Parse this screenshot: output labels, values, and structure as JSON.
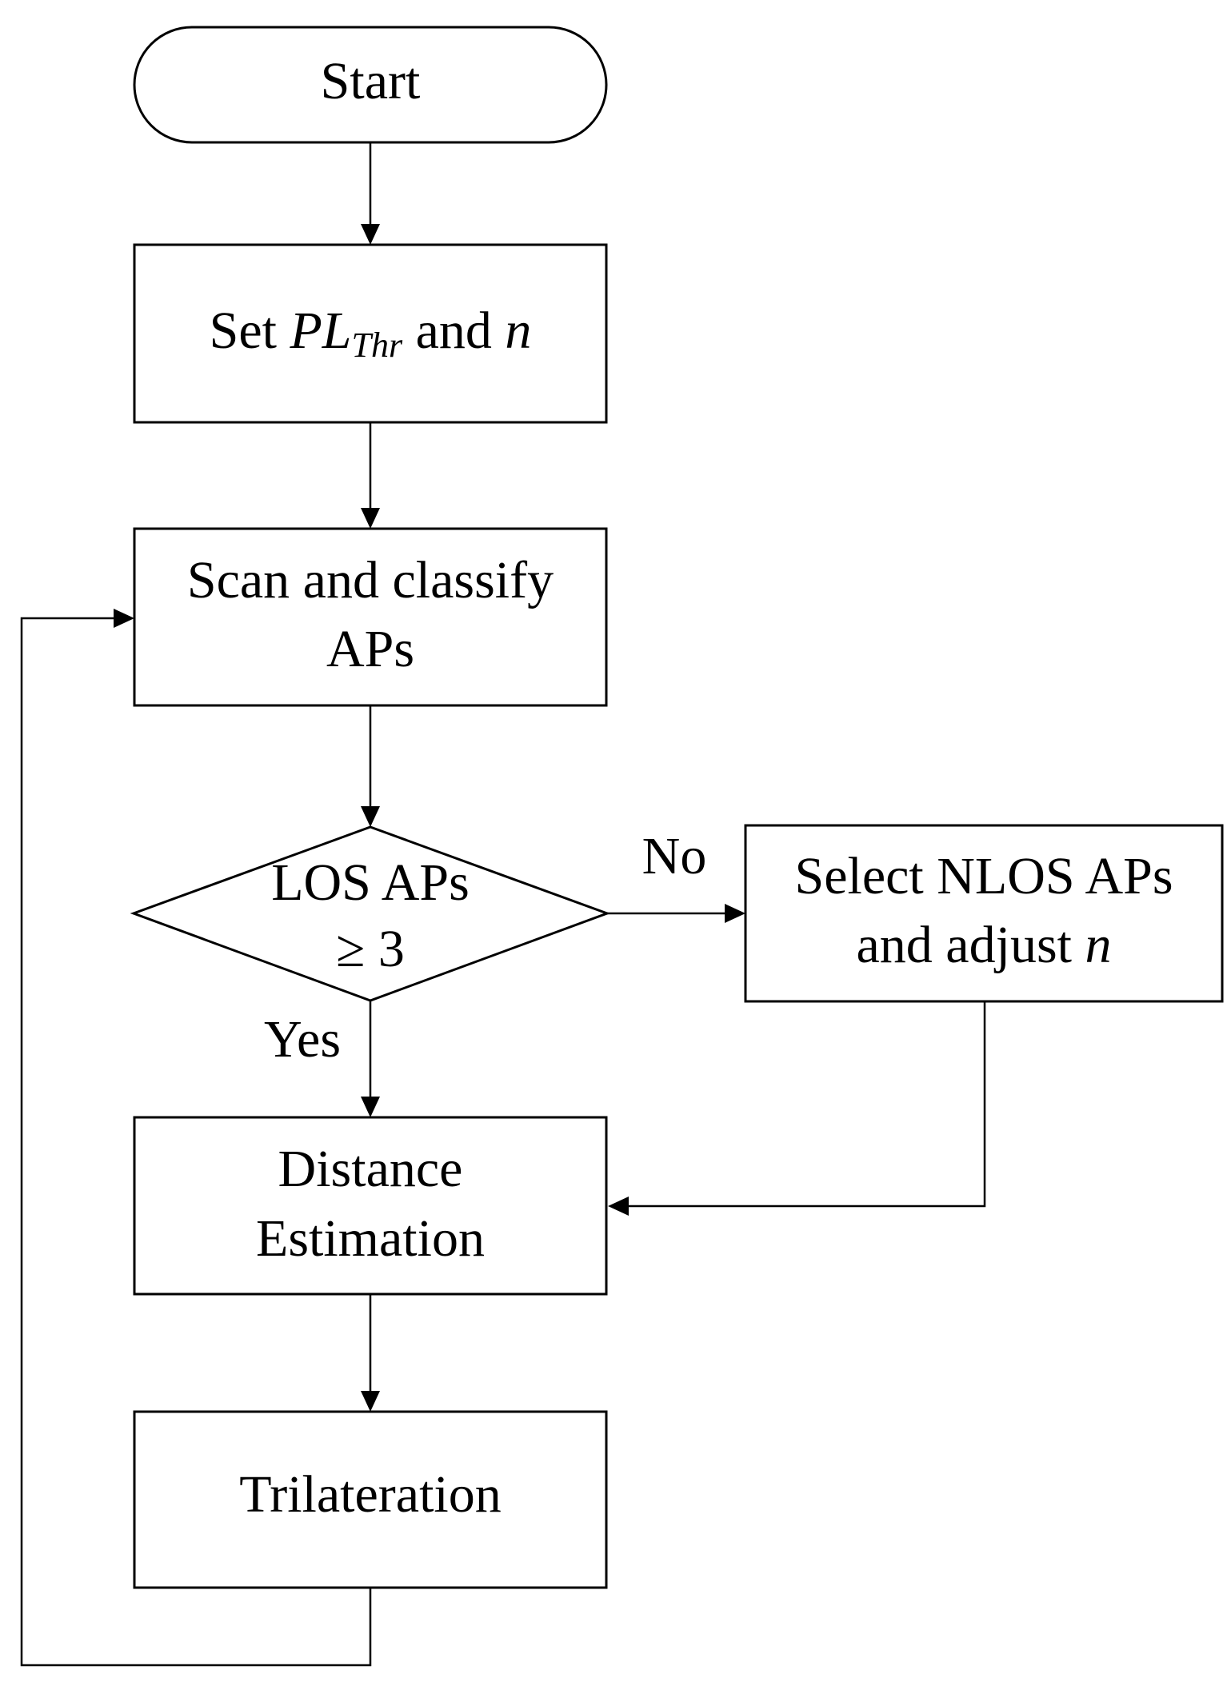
{
  "nodes": {
    "start": {
      "label": "Start"
    },
    "set_params": {
      "prefix": "Set ",
      "var_main": "PL",
      "var_sub": "Thr",
      "middle": " and ",
      "var_n": "n"
    },
    "scan": {
      "line1": "Scan and classify",
      "line2": "APs"
    },
    "decision": {
      "line1": "LOS APs",
      "line2": "≥ 3"
    },
    "select_nlos": {
      "line1": "Select NLOS APs",
      "line2_prefix": "and adjust ",
      "var_n": "n"
    },
    "distance": {
      "line1": "Distance",
      "line2": "Estimation"
    },
    "trilateration": {
      "label": "Trilateration"
    }
  },
  "branches": {
    "no": "No",
    "yes": "Yes"
  }
}
